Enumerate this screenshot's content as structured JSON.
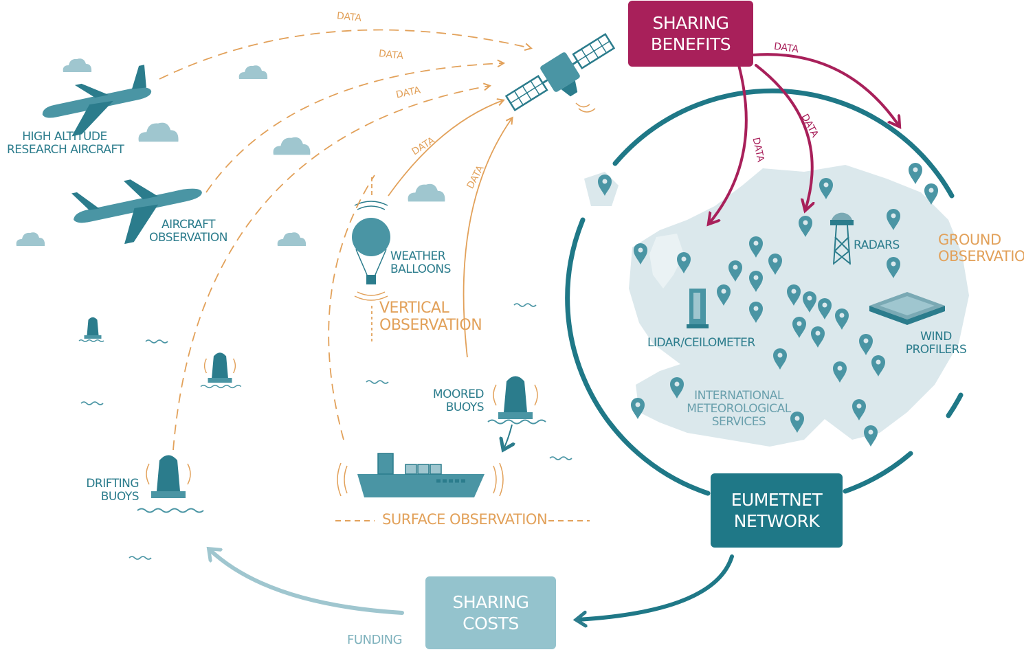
{
  "colors": {
    "teal": "#2b7c8c",
    "teal_light": "#9fc6cf",
    "orange": "#e2a15a",
    "magenta": "#a8205a",
    "map_fill": "#dbe8ec",
    "cloud": "#9fc6cf",
    "sharing_costs_box": "#94c3cd"
  },
  "boxes": {
    "sharing_benefits": [
      "SHARING",
      "BENEFITS"
    ],
    "eumetnet": [
      "EUMETNET",
      "NETWORK"
    ],
    "sharing_costs": [
      "SHARING",
      "COSTS"
    ]
  },
  "labels": {
    "high_altitude": [
      "HIGH ALTITUDE",
      "RESEARCH AIRCRAFT"
    ],
    "aircraft": [
      "AIRCRAFT",
      "OBSERVATION"
    ],
    "weather_balloons": [
      "WEATHER",
      "BALLOONS"
    ],
    "vertical": [
      "VERTICAL",
      "OBSERVATION"
    ],
    "moored": [
      "MOORED",
      "BUOYS"
    ],
    "drifting": [
      "DRIFTING",
      "BUOYS"
    ],
    "surface": "SURFACE OBSERVATION",
    "radars": "RADARS",
    "ground": [
      "GROUND",
      "OBSERVATION"
    ],
    "lidar": "LIDAR/CEILOMETER",
    "wind": [
      "WIND",
      "PROFILERS"
    ],
    "intl": [
      "INTERNATIONAL",
      "METEOROLOGICAL",
      "SERVICES"
    ],
    "funding": "FUNDING",
    "data": "DATA"
  },
  "icons": [
    "satellite-icon",
    "aircraft-icon",
    "weather-balloon-icon",
    "buoy-icon",
    "ship-icon",
    "radar-tower-icon",
    "lidar-icon",
    "wind-profiler-icon",
    "map-pin-icon",
    "cloud-icon",
    "wave-icon"
  ]
}
